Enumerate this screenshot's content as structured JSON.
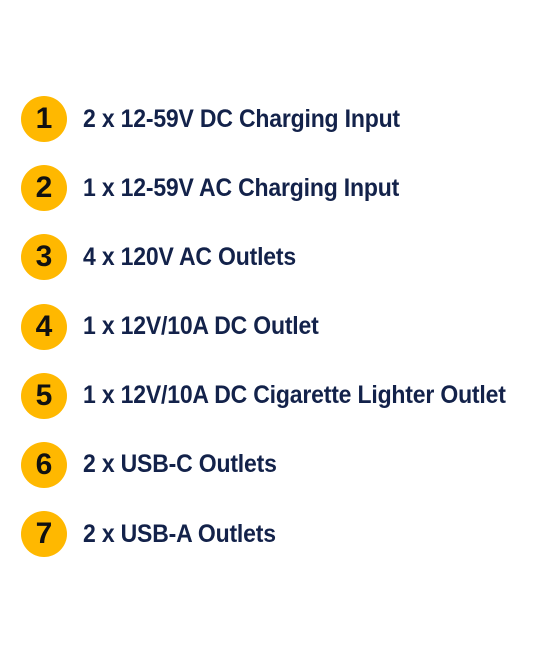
{
  "colors": {
    "badge_fill": "#FFB800",
    "badge_text": "#111111",
    "label_text": "#13224A",
    "background": "#FFFFFF"
  },
  "items": [
    {
      "number": "1",
      "label": "2 x 12-59V DC Charging Input"
    },
    {
      "number": "2",
      "label": "1 x 12-59V AC Charging Input"
    },
    {
      "number": "3",
      "label": "4 x 120V AC Outlets"
    },
    {
      "number": "4",
      "label": "1 x 12V/10A DC Outlet"
    },
    {
      "number": "5",
      "label": "1 x 12V/10A DC Cigarette Lighter Outlet"
    },
    {
      "number": "6",
      "label": "2 x USB-C Outlets"
    },
    {
      "number": "7",
      "label": "2 x USB-A Outlets"
    }
  ]
}
